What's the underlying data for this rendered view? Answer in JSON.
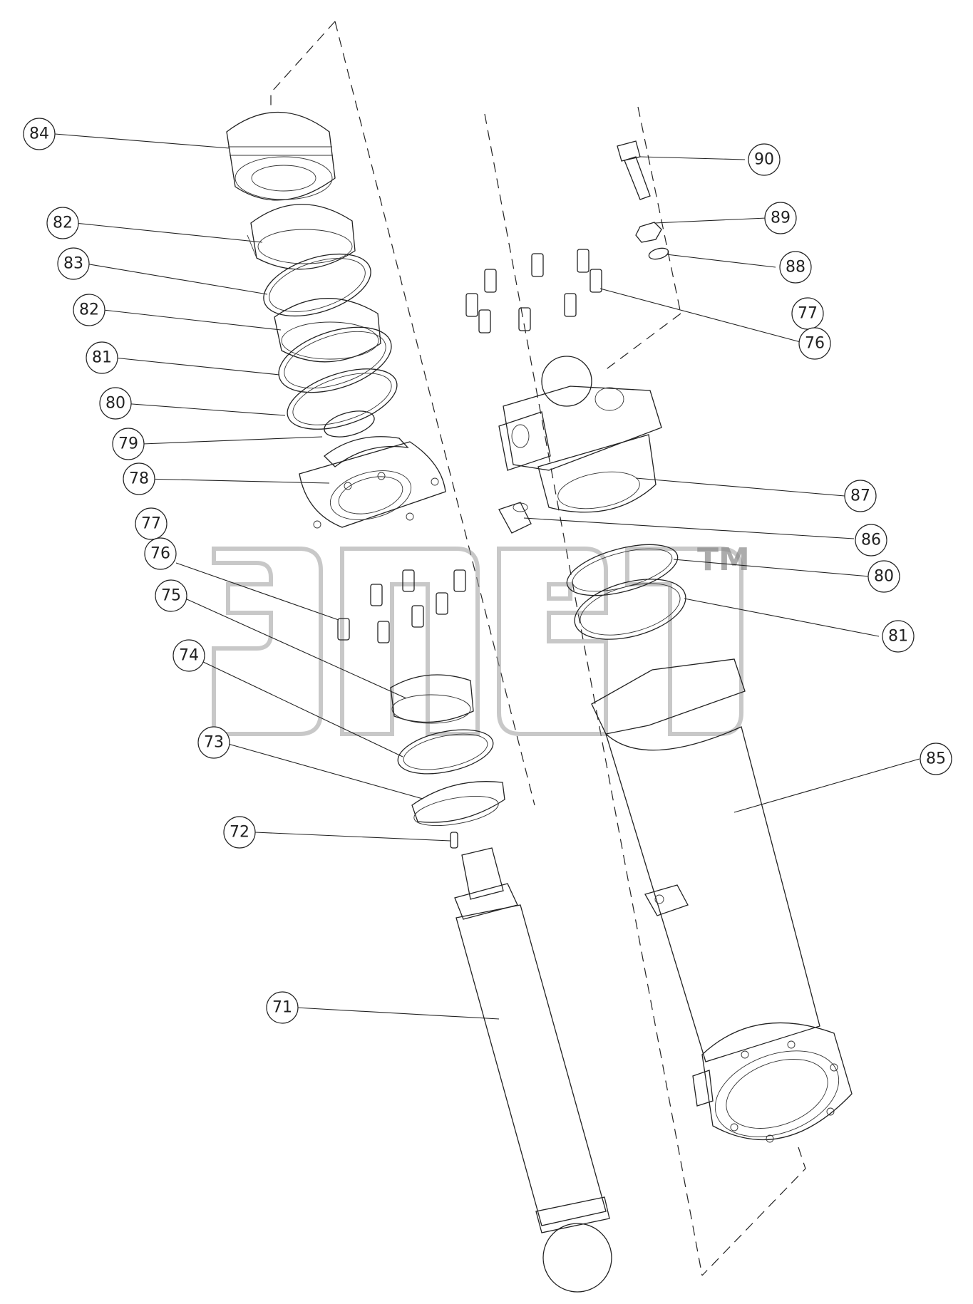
{
  "callouts": {
    "c71": "71",
    "c72": "72",
    "c73": "73",
    "c74": "74",
    "c75": "75",
    "c76a": "76",
    "c77a": "77",
    "c78": "78",
    "c79": "79",
    "c80a": "80",
    "c81a": "81",
    "c82a": "82",
    "c83": "83",
    "c82b": "82",
    "c84": "84",
    "c85": "85",
    "c86": "86",
    "c87": "87",
    "c80b": "80",
    "c81b": "81",
    "c77b": "77",
    "c76b": "76",
    "c88": "88",
    "c89": "89",
    "c90": "90"
  },
  "watermark": {
    "tm": "TM"
  },
  "colors": {
    "line": "#222222",
    "watermark": "#9a9a9a",
    "background": "#ffffff"
  }
}
